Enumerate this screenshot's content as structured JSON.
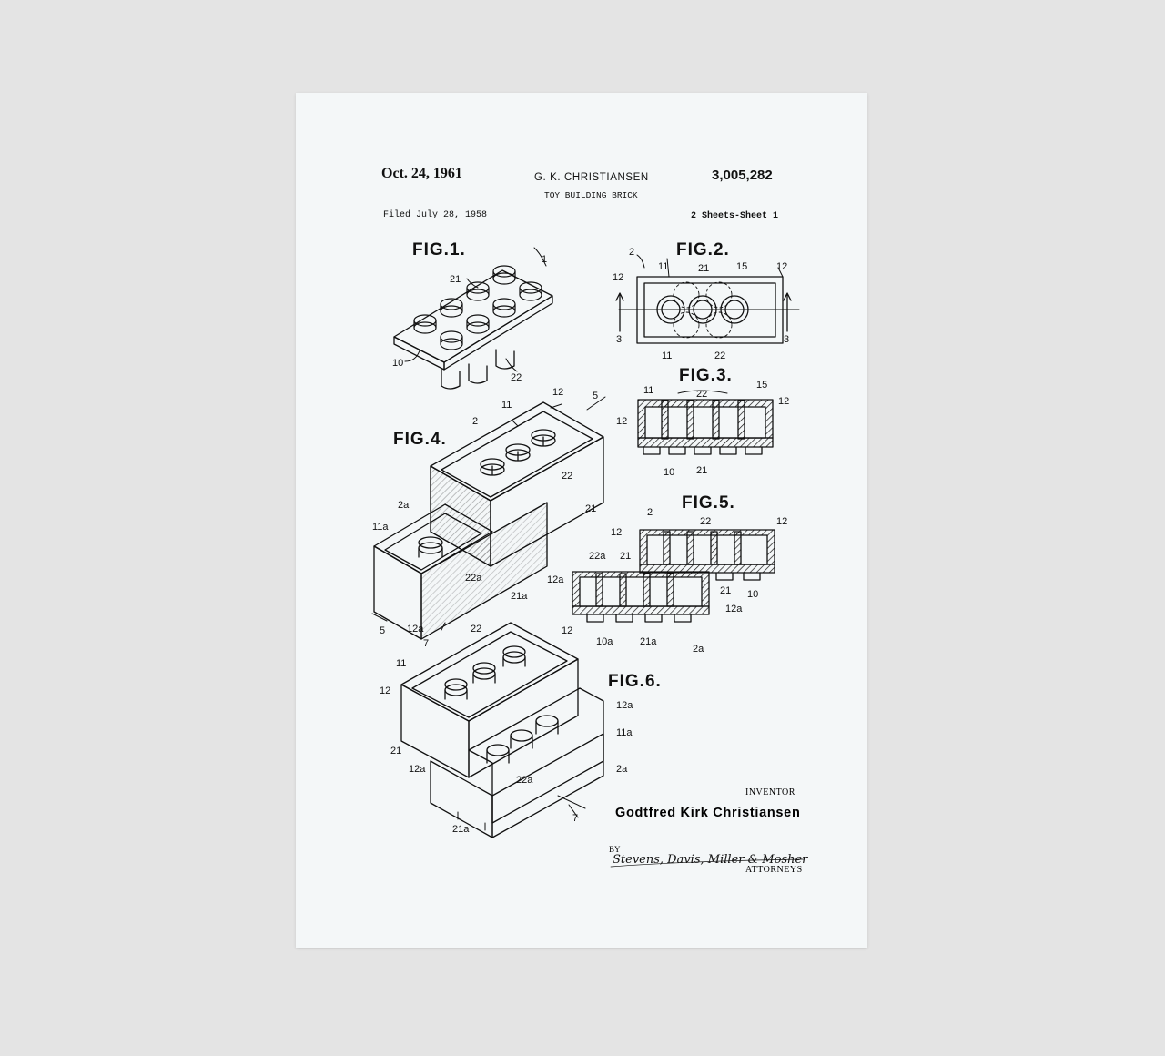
{
  "header": {
    "date": "Oct. 24, 1961",
    "inventor_short": "G. K. CHRISTIANSEN",
    "patent_number": "3,005,282",
    "title": "TOY BUILDING BRICK",
    "filed": "Filed July 28, 1958",
    "sheets": "2 Sheets-Sheet 1"
  },
  "figures": [
    "FIG.1.",
    "FIG.2.",
    "FIG.3.",
    "FIG.4.",
    "FIG.5.",
    "FIG.6."
  ],
  "reference_numerals": {
    "fig1": [
      "1",
      "21",
      "10",
      "22"
    ],
    "fig2": [
      "2",
      "11",
      "21",
      "15",
      "12",
      "12",
      "3",
      "3",
      "11",
      "22"
    ],
    "fig3": [
      "11",
      "22",
      "15",
      "12",
      "12",
      "10",
      "21"
    ],
    "fig4": [
      "11",
      "12",
      "5",
      "2",
      "22",
      "21",
      "2a",
      "11a",
      "22a",
      "21a",
      "12a",
      "5"
    ],
    "fig5": [
      "2",
      "22",
      "12",
      "12",
      "22a",
      "21",
      "12a",
      "21",
      "10",
      "12a",
      "10a",
      "21a",
      "2a"
    ],
    "fig6": [
      "22",
      "12",
      "7",
      "11",
      "12",
      "12a",
      "11a",
      "21",
      "12a",
      "22a",
      "2a",
      "7",
      "21a"
    ]
  },
  "signature_block": {
    "inventor_label": "INVENTOR",
    "inventor_name": "Godtfred Kirk Christiansen",
    "by": "BY",
    "signature": "Stevens, Davis, Miller & Mosher",
    "attorneys_label": "ATTORNEYS"
  },
  "colors": {
    "background": "#e4e4e4",
    "paper": "#f4f7f8",
    "ink": "#111111"
  }
}
